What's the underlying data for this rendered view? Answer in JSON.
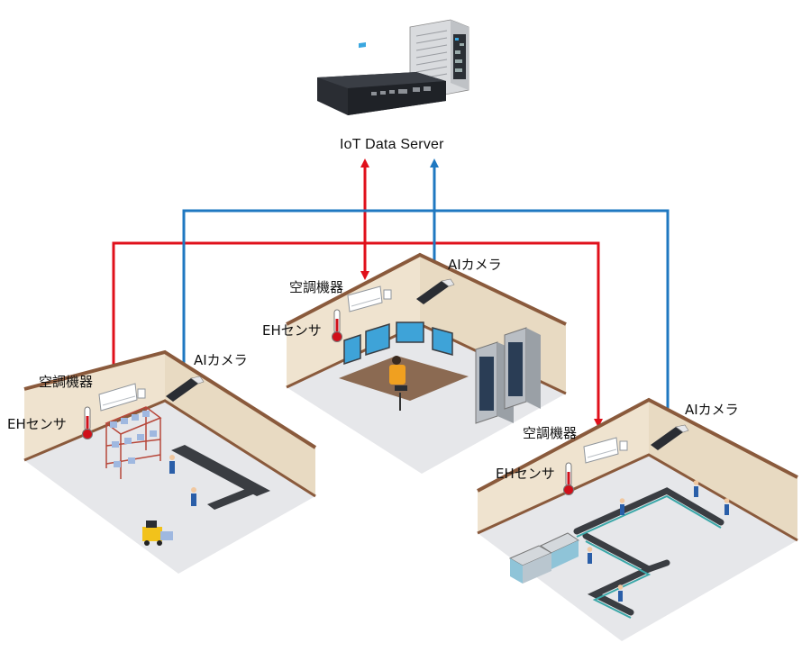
{
  "server": {
    "label": "IoT Data Server",
    "icon": "server-hardware-icon"
  },
  "colors": {
    "red_link": "#e0101b",
    "blue_link": "#1f78c1",
    "wall": "#efe3cf",
    "wall_top": "#8a5a3c",
    "floor": "#e6e7ea"
  },
  "rooms": [
    {
      "id": "warehouse",
      "aircon": "空調機器",
      "sensor": "EHセンサ",
      "camera": "AIカメラ"
    },
    {
      "id": "control-room",
      "aircon": "空調機器",
      "sensor": "EHセンサ",
      "camera": "AIカメラ"
    },
    {
      "id": "factory",
      "aircon": "空調機器",
      "sensor": "EHセンサ",
      "camera": "AIカメラ"
    }
  ]
}
